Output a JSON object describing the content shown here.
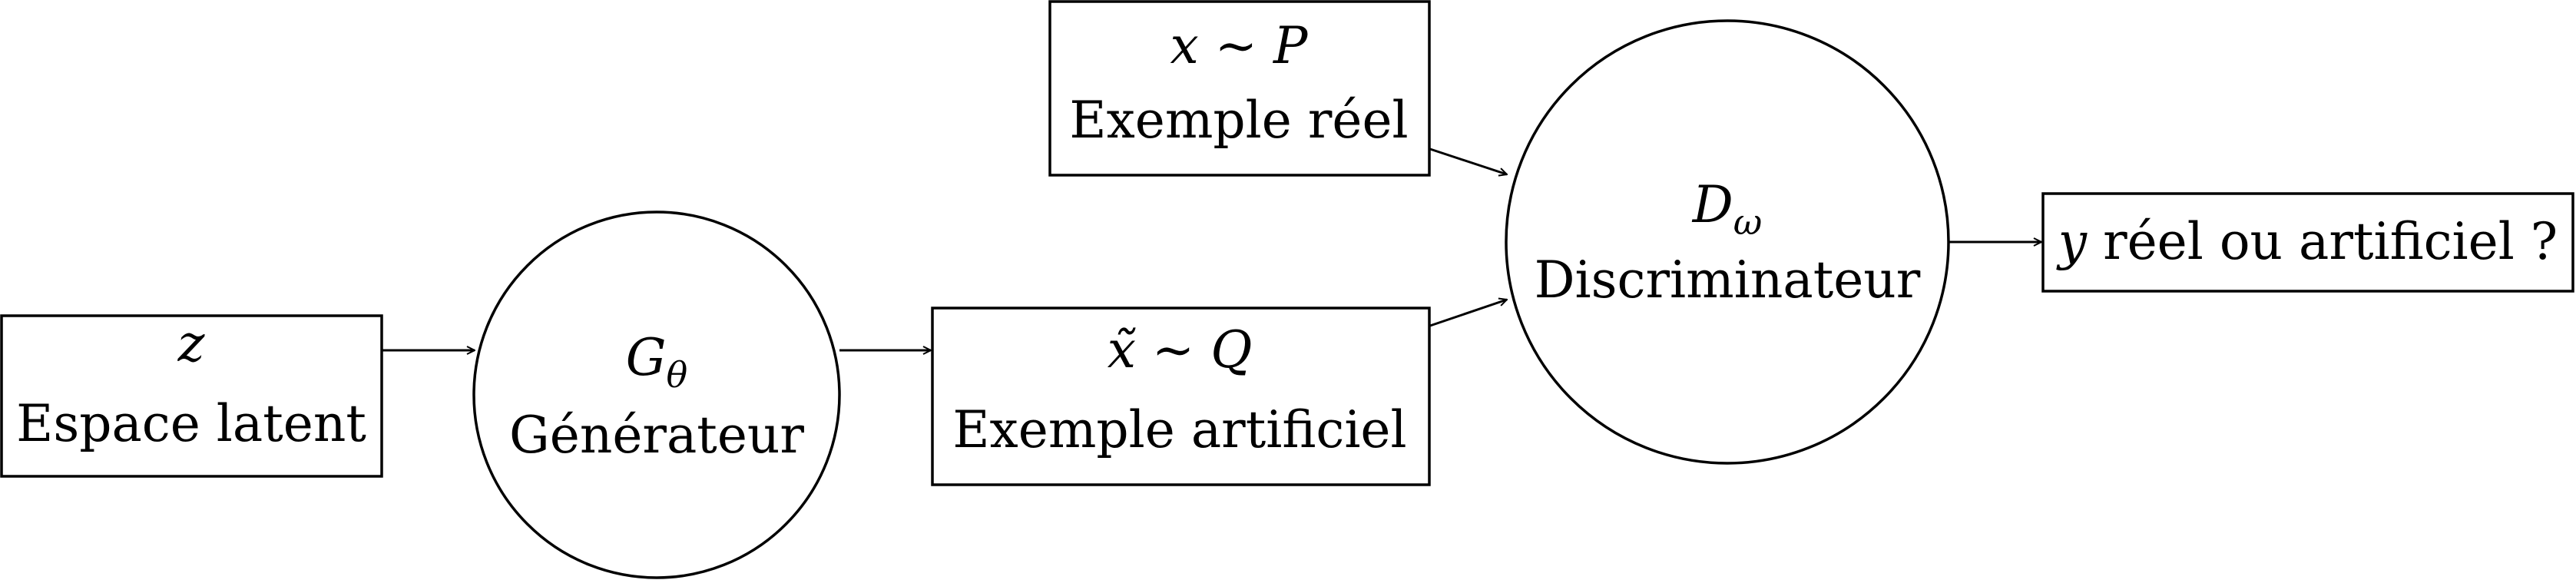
{
  "nodes": {
    "latent": {
      "symbol": "z",
      "label": "Espace latent"
    },
    "generator": {
      "symbol": "G",
      "subscript": "θ",
      "label": "Générateur"
    },
    "fake": {
      "symbol_a": "x̃",
      "op": "∼",
      "symbol_b": "Q",
      "label": "Exemple artificiel"
    },
    "real": {
      "symbol_a": "x",
      "op": "∼",
      "symbol_b": "P",
      "label": "Exemple réel"
    },
    "discriminator": {
      "symbol": "D",
      "subscript": "ω",
      "label": "Discriminateur"
    },
    "output": {
      "symbol": "y",
      "label": "réel ou artificiel ?"
    }
  }
}
